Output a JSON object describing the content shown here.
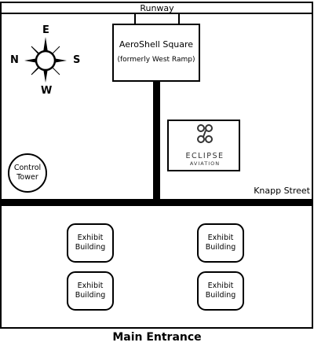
{
  "runway": {
    "label": "Runway"
  },
  "aeroshell": {
    "title": "AeroShell Square",
    "subtitle": "(formerly West Ramp)"
  },
  "control_tower": {
    "lines": [
      "Control",
      "Tower"
    ]
  },
  "street": {
    "label": "Knapp Street"
  },
  "eclipse": {
    "line1": "ECLIPSE",
    "line2": "AVIATION",
    "icon": "four-ring-logo"
  },
  "exhibits": [
    {
      "lines": [
        "Exhibit",
        "Building"
      ]
    },
    {
      "lines": [
        "Exhibit",
        "Building"
      ]
    },
    {
      "lines": [
        "Exhibit",
        "Building"
      ]
    },
    {
      "lines": [
        "Exhibit",
        "Building"
      ]
    }
  ],
  "entrance": {
    "label": "Main Entrance"
  },
  "compass": {
    "north": "N",
    "south": "S",
    "east": "E",
    "west": "W",
    "icon": "compass-rose-icon"
  },
  "colors": {
    "line": "#000000",
    "background": "#ffffff",
    "logo_text": "#333333"
  }
}
